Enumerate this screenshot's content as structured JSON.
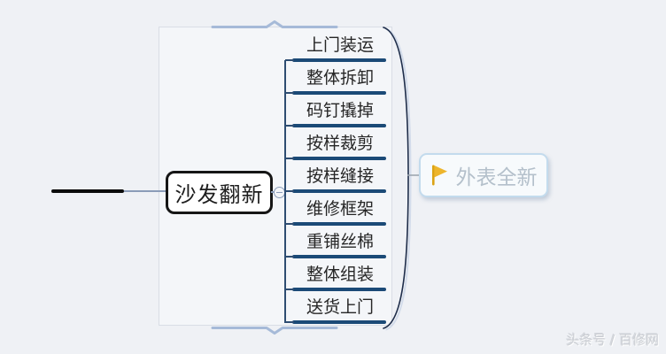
{
  "main_topic": {
    "label": "沙发翻新"
  },
  "subtopics": [
    "上门装运",
    "整体拆卸",
    "码钉撬掉",
    "按样裁剪",
    "按样缝接",
    "维修框架",
    "重铺丝棉",
    "整体组装",
    "送货上门"
  ],
  "summary": {
    "label": "外表全新",
    "icon": "flag-icon"
  },
  "watermark": "头条号 / 百修网",
  "colors": {
    "background": "#eff1f5",
    "branch_bar": "#1b4a77",
    "trunk": "#2e4d72",
    "boundary_border": "#d9dde5",
    "boundary_fill": "#f4f6f9",
    "resize_handle": "#a6bad8",
    "main_node_border": "#161616",
    "connector": "#8b9cb8",
    "brace": "#1e2d4a",
    "summary_border": "#c3dbed",
    "summary_text": "#b4c0cb",
    "flag": "#edb52c",
    "watermark_text": "#cdd0d5"
  }
}
